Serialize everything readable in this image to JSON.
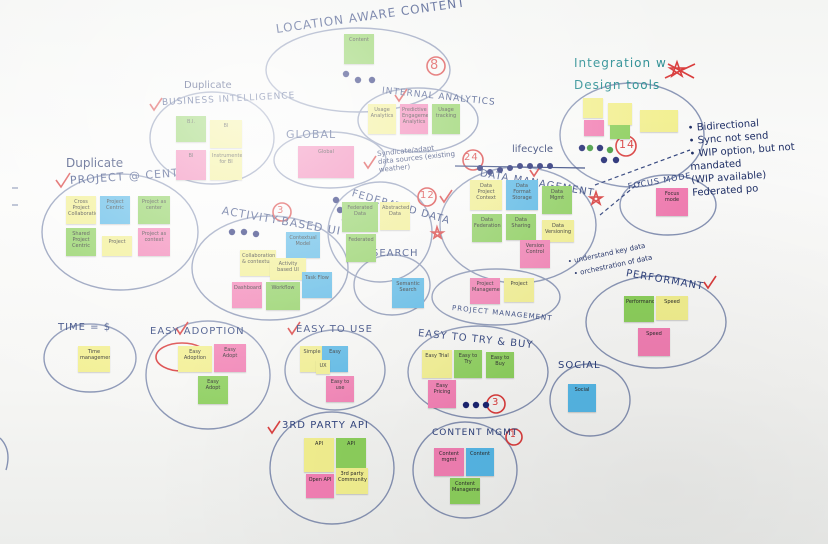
{
  "clusters": {
    "location": "LOCATION AWARE CONTENT",
    "location_num": "8",
    "integration": "Integration w\nDesign tools",
    "integration_num": "14",
    "bi_tag": "Duplicate",
    "bi": "BUSINESS INTELLIGENCE",
    "internal": "INTERNAL ANALYTICS",
    "global": "GLOBAL",
    "project_tag": "Duplicate",
    "project": "PROJECT @ CENTER",
    "activity": "ACTIVITY-BASED UI",
    "activity_num": "3",
    "federated": "FEDERATED DATA",
    "federated_num": "12",
    "datamgmt": "DATA MANAGEMENT",
    "datamgmt_num": "24",
    "lifecycle": "lifecycle",
    "search": "SEARCH",
    "focus": "FOCUS MODE",
    "projectmgmt": "PROJECT MANAGEMENT",
    "performant": "PERFORMANT",
    "time": "TIME = $",
    "easyadoption": "EASY ADOPTION",
    "easytouse": "EASY TO USE",
    "easytry": "EASY TO TRY & BUY",
    "easytry_num": "3",
    "social": "SOCIAL",
    "thirdparty": "3RD PARTY API",
    "content": "CONTENT MGMT",
    "content_num": "1"
  },
  "annotations": {
    "syndicate": "Syndicate/adapt\ndata sources (existing\nweather)",
    "bullets_1": "• understand key data",
    "bullets_2": "• orchestration of data",
    "right_notes": "• Bidirectional\n• Sync not send\n• WIP option, but not mandated\n(WIP available)\nFederated po"
  },
  "stickies": {
    "location": "Content",
    "bi_1": "B.I.",
    "bi_2": "BI",
    "bi_3": "BI",
    "bi_4": "Instrumented for BI",
    "internal_1": "Usage Analytics",
    "internal_2": "Predictive Engagement Analytics",
    "internal_3": "Usage tracking",
    "global_1": "Global",
    "project_1": "Cross Project Collaboration",
    "project_2": "Project Centric",
    "project_3": "Project as center",
    "project_4": "Shared Project Centric",
    "project_5": "Project",
    "project_6": "Project as context",
    "activity_1": "Contextual Model",
    "activity_2": "Collaboration & contextual",
    "activity_3": "Activity based UI",
    "activity_4": "Dashboard",
    "activity_5": "Workflow",
    "activity_6": "Task Flow",
    "federated_1": "Federated Data",
    "federated_2": "Abstracted Data",
    "federated_3": "Federated",
    "search_1": "Semantic Search",
    "data_1": "Data Project Context",
    "data_2": "Data Format Storage",
    "data_3": "Data Mgmt",
    "data_4": "Data Federation",
    "data_5": "Data Sharing",
    "data_6": "Data Versioning",
    "data_7": "Version Control",
    "focus_1": "Focus mode",
    "pm_1": "Project Management",
    "pm_2": "Project",
    "perf_1": "Performance",
    "perf_2": "Speed",
    "perf_3": "Speed",
    "time_1": "Time management",
    "adopt_1": "Easy Adoption",
    "adopt_2": "Easy Adopt",
    "adopt_3": "Easy Adopt",
    "use_1": "Simple",
    "use_2": "Easy",
    "use_3": "UX",
    "use_4": "Easy to use",
    "try_1": "Easy Trial",
    "try_2": "Easy to Try",
    "try_3": "Easy to Buy",
    "try_4": "Easy Pricing",
    "social_1": "Social",
    "api_1": "API",
    "api_2": "API",
    "api_3": "Open API",
    "api_4": "3rd party Community",
    "content_1": "Content mgmt",
    "content_2": "Content",
    "content_3": "Content Management"
  },
  "colors": {
    "ink_blue": "#2c3f7a",
    "ink_red": "#d93b3b",
    "sticky_yellow": "#f2ef8f",
    "sticky_green": "#8ccf5c",
    "sticky_pink": "#f27fb3",
    "sticky_blue": "#56b7e6",
    "dot_navy": "#1b2470",
    "dot_green": "#3e9a3a"
  }
}
